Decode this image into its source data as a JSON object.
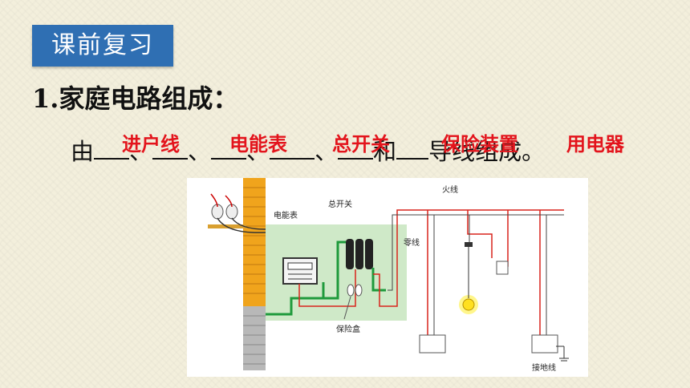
{
  "badge": "课前复习",
  "heading": "1.家庭电路组成：",
  "sentence": {
    "start": "由",
    "sep1": "、",
    "sep2": "、",
    "sep3": "、",
    "sep4": "、",
    "and": "和",
    "end": "导线组成。"
  },
  "answers": [
    "进户线",
    "电能表",
    "总开关",
    "保险装置",
    "用电器"
  ],
  "diagram": {
    "label_meter": "电能表",
    "label_main_switch": "总开关",
    "label_live_wire": "火线",
    "label_neutral_wire": "零线",
    "label_fuse_box": "保险盒",
    "label_ground_wire": "接地线"
  },
  "colors": {
    "badge": "#2f6fb3",
    "answer": "#e3141c",
    "green_wire": "#1f9a3c",
    "red_wire": "#d9241c"
  }
}
